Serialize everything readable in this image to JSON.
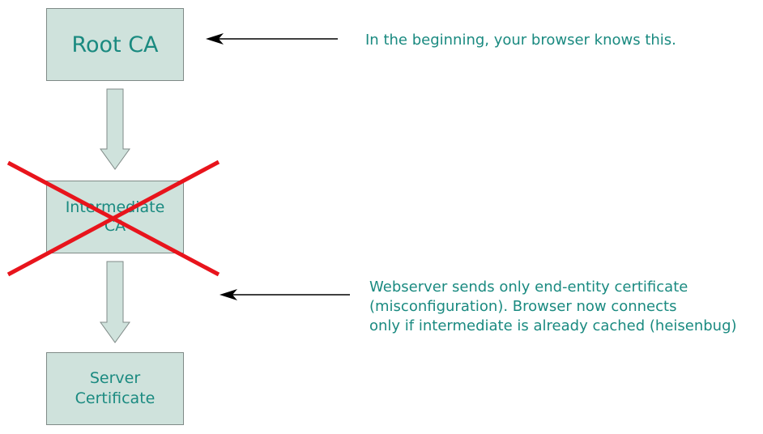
{
  "colors": {
    "box_fill": "#cfe2dc",
    "box_border": "#7f8a87",
    "text": "#1a8a80",
    "cross": "#e8141c",
    "arrow": "#000000"
  },
  "nodes": {
    "root_ca": {
      "lines": [
        "Root CA"
      ]
    },
    "intermediate_ca": {
      "lines": [
        "Intermediate",
        "CA"
      ],
      "status": "crossed-out"
    },
    "server_cert": {
      "lines": [
        "Server",
        "Certificate"
      ]
    }
  },
  "annotations": {
    "top": {
      "lines": [
        "In the beginning, your browser knows this."
      ]
    },
    "bottom": {
      "lines": [
        "Webserver sends only end-entity certificate",
        "(misconfiguration). Browser now connects",
        "only if intermediate is already cached (heisenbug)"
      ]
    }
  }
}
